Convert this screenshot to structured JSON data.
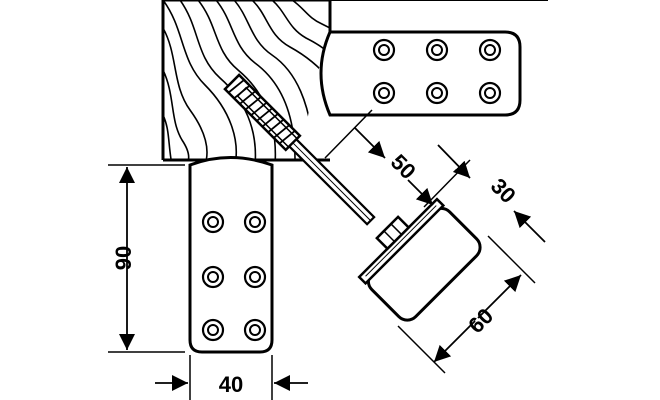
{
  "dimensions": {
    "height": "90",
    "width": "40",
    "bolt_offset": "50",
    "block_thickness": "30",
    "block_length": "60"
  },
  "colors": {
    "line": "#000000",
    "background": "#ffffff"
  }
}
